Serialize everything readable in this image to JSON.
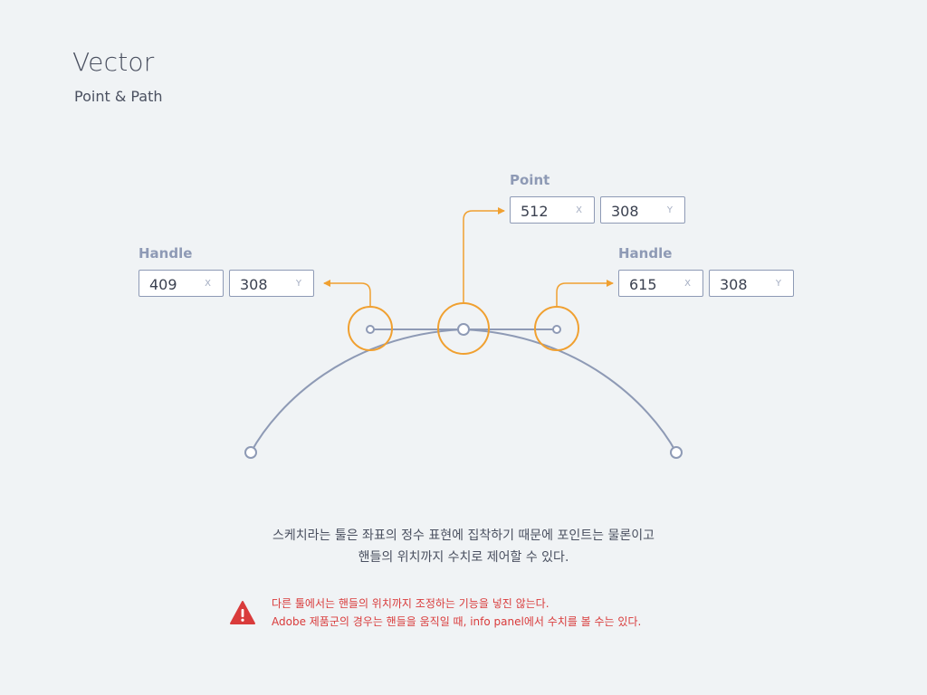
{
  "header": {
    "title": "Vector",
    "subtitle": "Point & Path"
  },
  "point": {
    "label": "Point",
    "x": "512",
    "y": "308",
    "x_axis": "X",
    "y_axis": "Y"
  },
  "handle_left": {
    "label": "Handle",
    "x": "409",
    "y": "308",
    "x_axis": "X",
    "y_axis": "Y"
  },
  "handle_right": {
    "label": "Handle",
    "x": "615",
    "y": "308",
    "x_axis": "X",
    "y_axis": "Y"
  },
  "description": {
    "line1": "스케치라는 툴은 좌표의 정수 표현에 집착하기 때문에 포인트는 물론이고",
    "line2": "핸들의 위치까지 수치로 제어할 수 있다."
  },
  "warning": {
    "line1": "다른 툴에서는 핸들의 위치까지 조정하는 기능을 넣진 않는다.",
    "line2": "Adobe 제품군의 경우는 핸들을 움직일 때, info panel에서 수치를 볼 수는 있다."
  },
  "colors": {
    "accent": "#f0a030",
    "path": "#8e9ab5",
    "warning": "#d93b3b",
    "background": "#f0f3f5"
  }
}
